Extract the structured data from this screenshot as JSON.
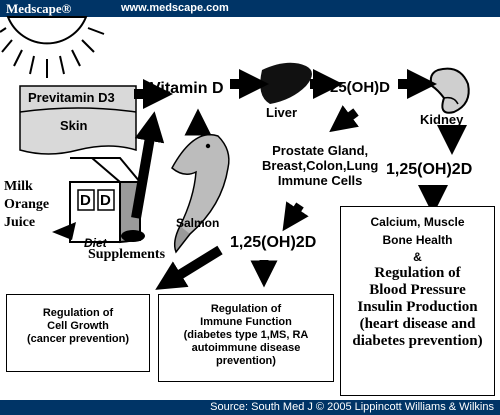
{
  "header": {
    "brand": "Medscape®",
    "url": "www.medscape.com"
  },
  "footer": {
    "source": "Source: South Med J © 2005 Lippincott Williams & Wilkins"
  },
  "nodes": {
    "previtamin": "Previtamin D3",
    "skin": "Skin",
    "vitamin_d": "Vitamin D",
    "liver": "Liver",
    "ohd25": "25(OH)D",
    "kidney": "Kidney",
    "ohd125_kidney": "1,25(OH)2D",
    "prostate": [
      "Prostate Gland,",
      "Breast,Colon,Lung",
      "Immune Cells"
    ],
    "ohd125_cells": "1,25(OH)2D",
    "milk_oj": [
      "Milk",
      "Orange",
      "Juice"
    ],
    "carton_letter": "D",
    "diet": "Diet",
    "salmon": "Salmon",
    "supplements": "Supplements"
  },
  "boxes": {
    "cell_growth": [
      "Regulation of",
      "Cell Growth",
      "(cancer prevention)"
    ],
    "immune": [
      "Regulation of",
      "Immune Function",
      "(diabetes type 1,MS, RA",
      "autoimmune disease",
      "prevention)"
    ],
    "calcium_top": [
      "Calcium, Muscle",
      "Bone Health"
    ],
    "calcium_amp": "&",
    "calcium_bottom": [
      "Regulation of",
      "Blood Pressure",
      "Insulin Production",
      "(heart disease and",
      "diabetes prevention)"
    ]
  },
  "colors": {
    "bar": "#003466",
    "text": "#000000",
    "organ": "#111111"
  }
}
